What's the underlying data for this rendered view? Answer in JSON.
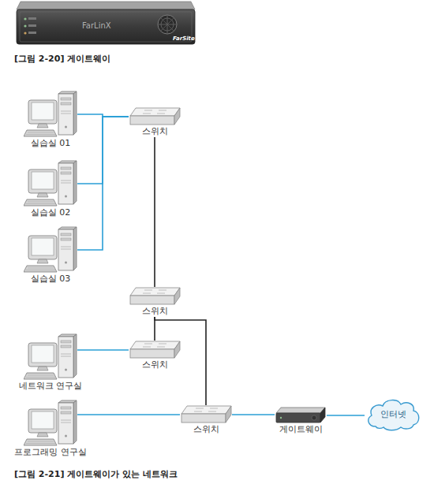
{
  "diagram": {
    "caption": "[그림 2-21] 게이트웨이가 있는 네트워크",
    "nodes": [
      {
        "text": [
          "실습실 01"
        ]
      },
      {
        "text": [
          "스위치"
        ]
      },
      {
        "text": [
          "실습실 02"
        ]
      },
      {
        "text": [
          "실습실 03"
        ]
      },
      {
        "text": [
          "스위치"
        ]
      },
      {
        "text": [
          "네트워크 연구실"
        ]
      },
      {
        "text": [
          "스위치"
        ]
      },
      {
        "text": [
          "프로그래밍 연구실"
        ]
      },
      {
        "text": [
          "스위치"
        ]
      },
      {
        "text": [
          "게이트웨이"
        ]
      },
      {
        "text": [
          "인터넷"
        ]
      }
    ],
    "edges": [
      {
        "from": 0,
        "to": 1,
        "arrow": "none"
      },
      {
        "from": 2,
        "to": 1,
        "arrow": "none"
      },
      {
        "from": 3,
        "to": 1,
        "arrow": "none"
      },
      {
        "from": 1,
        "to": 4,
        "arrow": "none"
      },
      {
        "from": 4,
        "to": 6,
        "arrow": "none"
      },
      {
        "from": 4,
        "to": 8,
        "arrow": "none"
      },
      {
        "from": 5,
        "to": 6,
        "arrow": "none"
      },
      {
        "from": 7,
        "to": 8,
        "arrow": "none"
      },
      {
        "from": 8,
        "to": 9,
        "arrow": "none"
      },
      {
        "from": 9,
        "to": 10,
        "arrow": "none"
      }
    ],
    "labels": [
      "FarLinX",
      "FarSite",
      "[그림 2-20] 게이트웨이"
    ]
  }
}
